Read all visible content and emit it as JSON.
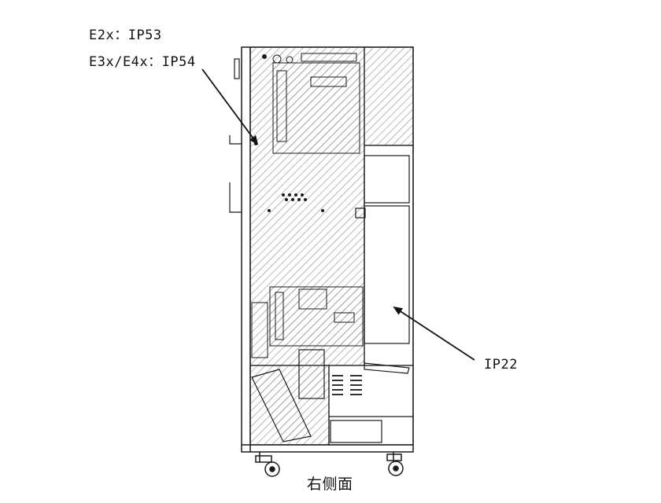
{
  "annotations": {
    "left_top_line1": "E2x：IP53",
    "left_top_line2": "E3x/E4x：IP54",
    "right_label": "IP22",
    "caption": "右侧面"
  },
  "colors": {
    "line": "#1a1a1a",
    "hatch": "#8a8a8a",
    "background": "#ffffff"
  }
}
